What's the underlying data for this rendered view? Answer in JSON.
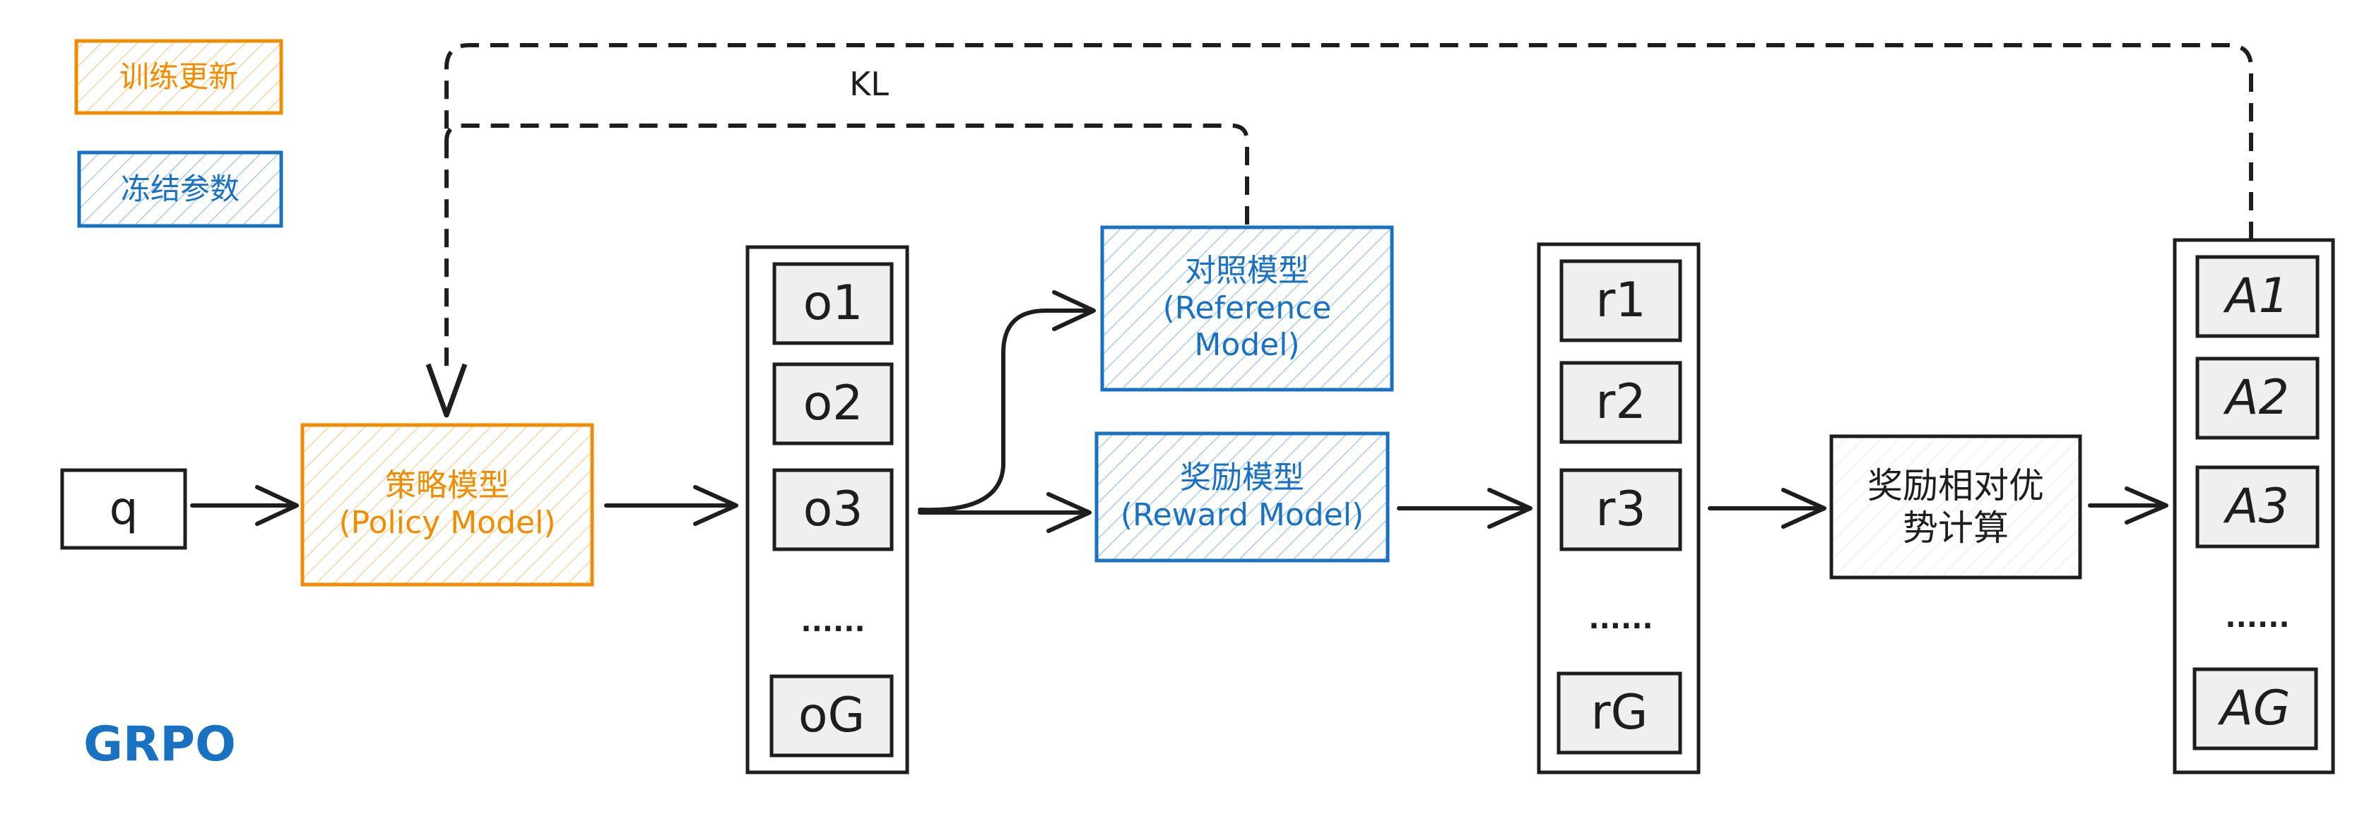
{
  "legend": {
    "train_label": "训练更新",
    "frozen_label": "冻结参数"
  },
  "colors": {
    "train_stroke": "#f08c00",
    "frozen_stroke": "#1971c2",
    "ink": "#1e1e1e",
    "cell_fill": "#efefef"
  },
  "kl_label": "KL",
  "algorithm_label": "GRPO",
  "query": {
    "label": "q"
  },
  "policy_model": {
    "name": "策略模型",
    "name_en": "(Policy Model)"
  },
  "reference_model": {
    "name": "对照模型",
    "name_en_1": "(Reference",
    "name_en_2": "Model)"
  },
  "reward_model": {
    "name": "奖励模型",
    "name_en": "(Reward Model)"
  },
  "advantage_calc": {
    "line1": "奖励相对优",
    "line2": "势计算"
  },
  "outputs": {
    "items": [
      "o1",
      "o2",
      "o3",
      "oG"
    ],
    "ellipsis": "......"
  },
  "rewards": {
    "items": [
      "r1",
      "r2",
      "r3",
      "rG"
    ],
    "ellipsis": "......"
  },
  "advantages": {
    "items": [
      "A1",
      "A2",
      "A3",
      "AG"
    ],
    "ellipsis": "......"
  }
}
